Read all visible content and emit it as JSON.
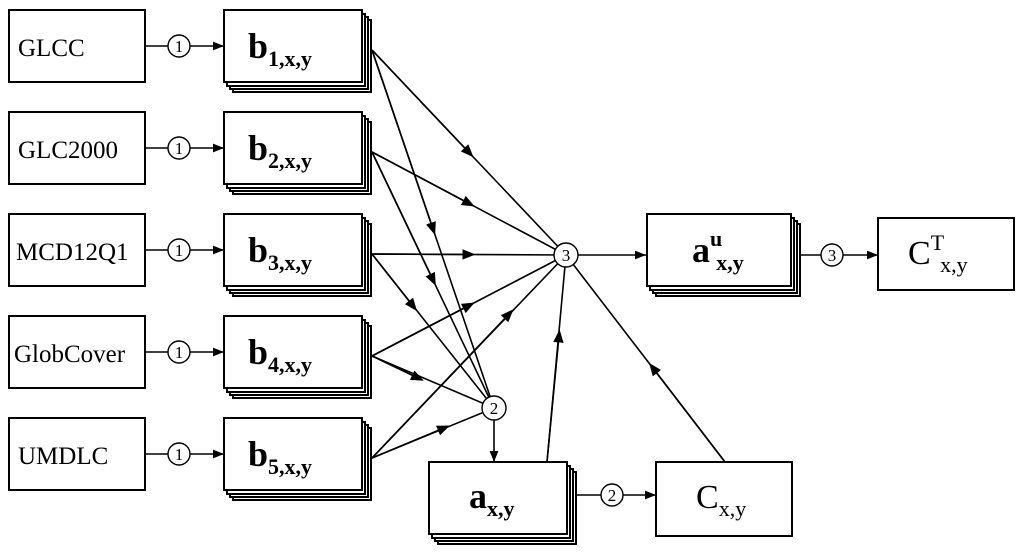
{
  "sources": [
    "GLCC",
    "GLC2000",
    "MCD12Q1",
    "GlobCover",
    "UMDLC"
  ],
  "b_layers": [
    {
      "symbol": "b",
      "subscript": "1,x,y"
    },
    {
      "symbol": "b",
      "subscript": "2,x,y"
    },
    {
      "symbol": "b",
      "subscript": "3,x,y"
    },
    {
      "symbol": "b",
      "subscript": "4,x,y"
    },
    {
      "symbol": "b",
      "subscript": "5,x,y"
    }
  ],
  "step_labels": {
    "one": "1",
    "two": "2",
    "three": "3"
  },
  "a_xy": {
    "symbol": "a",
    "subscript": "x,y"
  },
  "a_u": {
    "symbol": "a",
    "superscript": "u",
    "subscript": "x,y"
  },
  "c_xy": {
    "symbol": "C",
    "subscript": "x,y"
  },
  "c_T": {
    "symbol": "C",
    "superscript": "T",
    "subscript": "x,y"
  }
}
